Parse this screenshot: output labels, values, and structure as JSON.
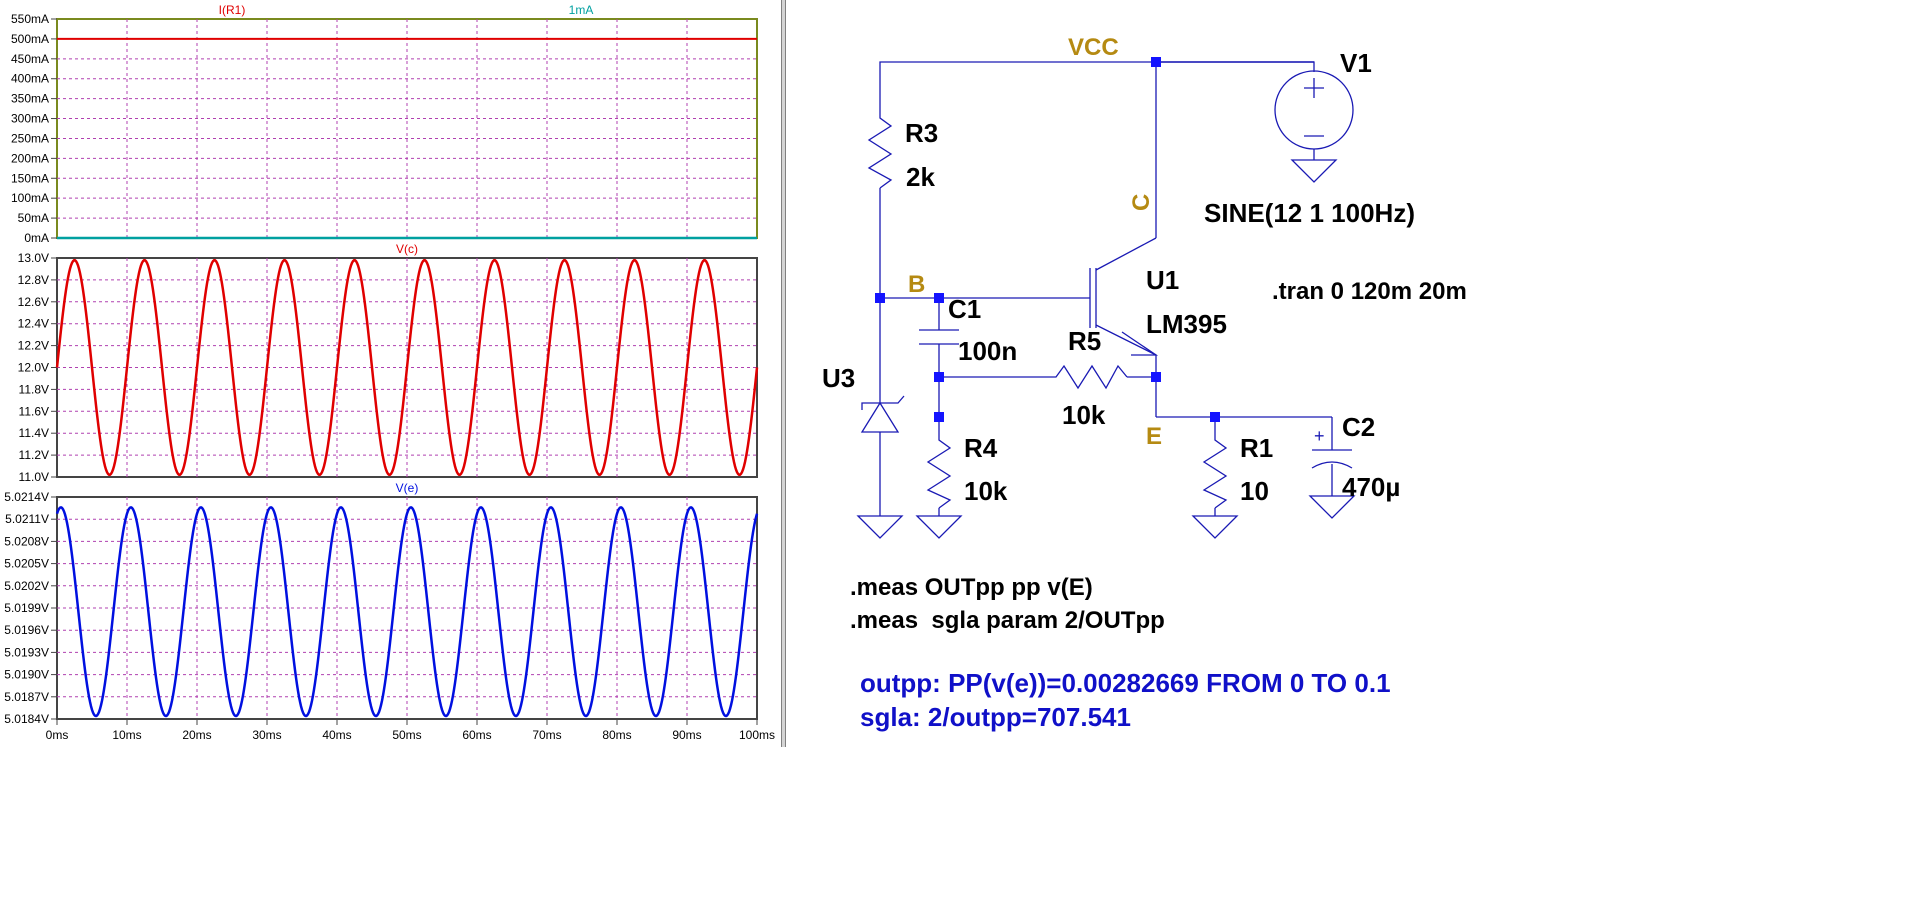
{
  "chart_data": [
    {
      "type": "line",
      "x_unit": "ms",
      "xlim": [
        0,
        100
      ],
      "x_ticks": [
        "0ms",
        "10ms",
        "20ms",
        "30ms",
        "40ms",
        "50ms",
        "60ms",
        "70ms",
        "80ms",
        "90ms",
        "100ms"
      ],
      "ylim": [
        0,
        550
      ],
      "y_ticks": [
        "0mA",
        "50mA",
        "100mA",
        "150mA",
        "200mA",
        "250mA",
        "300mA",
        "350mA",
        "400mA",
        "450mA",
        "500mA",
        "550mA"
      ],
      "grid": true,
      "series": [
        {
          "name": "I(R1)",
          "color": "#e00000",
          "kind": "constant",
          "value": 500
        },
        {
          "name": "1mA",
          "color": "#00a0a0",
          "kind": "constant",
          "value": 0
        }
      ]
    },
    {
      "type": "line",
      "x_unit": "ms",
      "xlim": [
        0,
        100
      ],
      "ylim": [
        11.0,
        13.0
      ],
      "y_ticks": [
        "11.0V",
        "11.2V",
        "11.4V",
        "11.6V",
        "11.8V",
        "12.0V",
        "12.2V",
        "12.4V",
        "12.6V",
        "12.8V",
        "13.0V"
      ],
      "grid": true,
      "series": [
        {
          "name": "V(c)",
          "color": "#e00000",
          "kind": "sine",
          "offset": 12.0,
          "amplitude": 0.98,
          "frequency_hz": 100,
          "phase_deg": 0
        }
      ]
    },
    {
      "type": "line",
      "x_unit": "ms",
      "xlim": [
        0,
        100
      ],
      "ylim": [
        5.0184,
        5.0214
      ],
      "y_ticks": [
        "5.0184V",
        "5.0187V",
        "5.0190V",
        "5.0193V",
        "5.0196V",
        "5.0199V",
        "5.0202V",
        "5.0205V",
        "5.0208V",
        "5.0211V",
        "5.0214V"
      ],
      "grid": true,
      "series": [
        {
          "name": "V(e)",
          "color": "#0010e0",
          "kind": "sine",
          "offset": 5.01985,
          "amplitude": 0.00141,
          "frequency_hz": 100,
          "phase_deg": 70
        }
      ]
    }
  ],
  "schematic": {
    "nodes": {
      "vcc": "VCC",
      "b": "B",
      "c": "C",
      "e": "E"
    },
    "components": {
      "v1_name": "V1",
      "v1_value": "SINE(12 1 100Hz)",
      "r3_name": "R3",
      "r3_value": "2k",
      "c1_name": "C1",
      "c1_value": "100n",
      "u3_name": "U3",
      "r4_name": "R4",
      "r4_value": "10k",
      "r5_name": "R5",
      "r5_value": "10k",
      "u1_name": "U1",
      "u1_value": "LM395",
      "r1_name": "R1",
      "r1_value": "10",
      "c2_name": "C2",
      "c2_value": "470µ"
    },
    "directives": {
      "tran": ".tran 0 120m 20m",
      "meas1": ".meas OUTpp pp v(E)",
      "meas2": ".meas  sgla param 2/OUTpp"
    },
    "results": {
      "line1": "outpp: PP(v(e))=0.00282669 FROM 0 TO 0.1",
      "line2": "sgla: 2/outpp=707.541"
    }
  }
}
